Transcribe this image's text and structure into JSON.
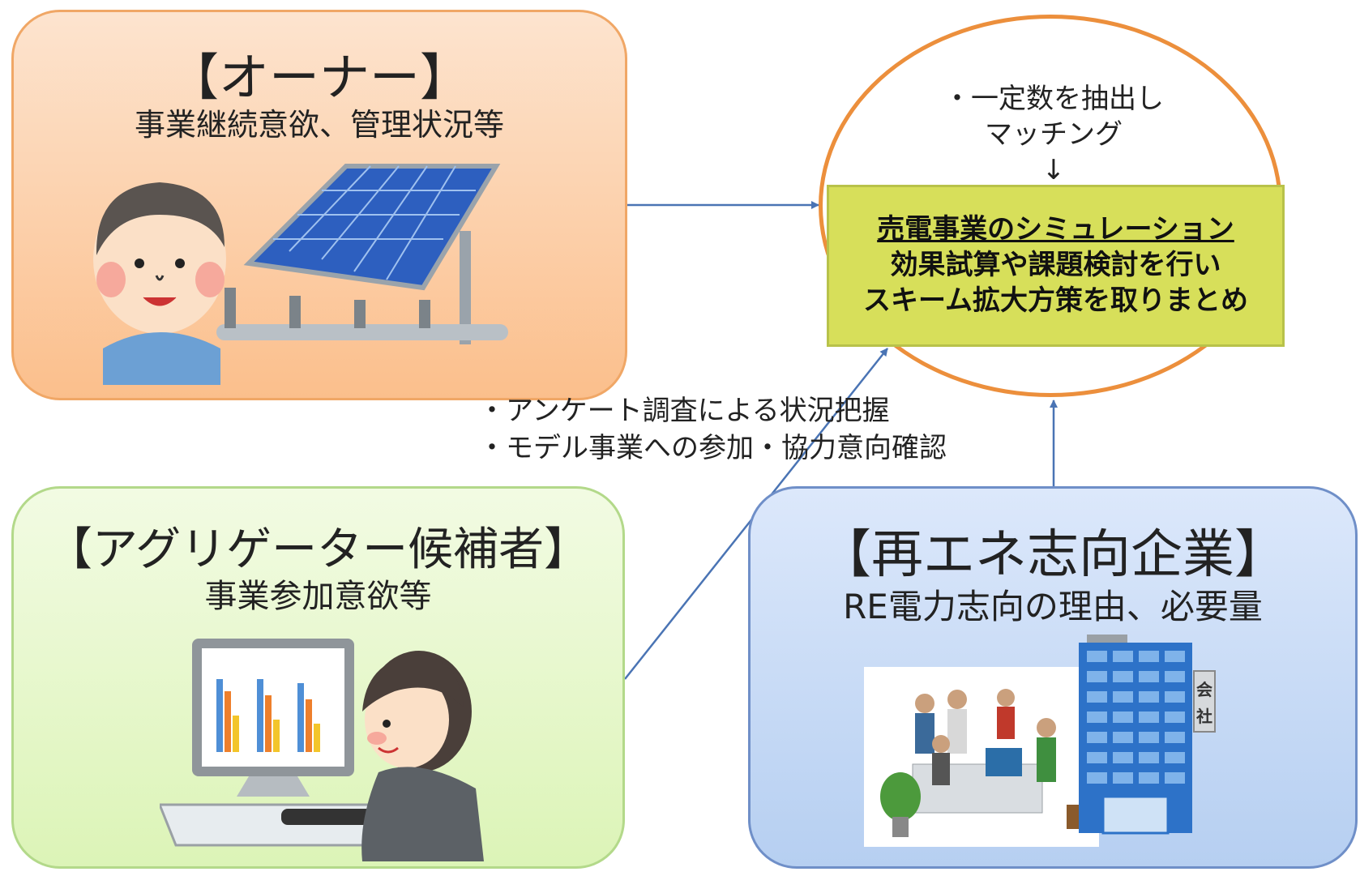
{
  "owner": {
    "title": "【オーナー】",
    "subtitle": "事業継続意欲、管理状況等"
  },
  "aggregator": {
    "title": "【アグリゲーター候補者】",
    "subtitle": "事業参加意欲等"
  },
  "re_company": {
    "title": "【再エネ志向企業】",
    "subtitle": "RE電力志向の理由、必要量",
    "building_sign": [
      "会",
      "社"
    ]
  },
  "matching": {
    "line1": "・一定数を抽出し",
    "line2": "マッチング",
    "arrow": "↓"
  },
  "simulation": {
    "line1": "売電事業のシミュレーション",
    "line2": "効果試算や課題検討を行い",
    "line3": "スキーム拡大方策を取りまとめ"
  },
  "survey": {
    "line1": "・アンケート調査による状況把握",
    "line2": "・モデル事業への参加・協力意向確認"
  },
  "colors": {
    "owner_fill": "#fbbf8c",
    "aggregator_fill": "#dcf4b7",
    "re_fill": "#b6cff1",
    "ellipse_stroke": "#ec8f3c",
    "sim_fill": "#d7df5a",
    "arrow": "#4a74b4"
  }
}
